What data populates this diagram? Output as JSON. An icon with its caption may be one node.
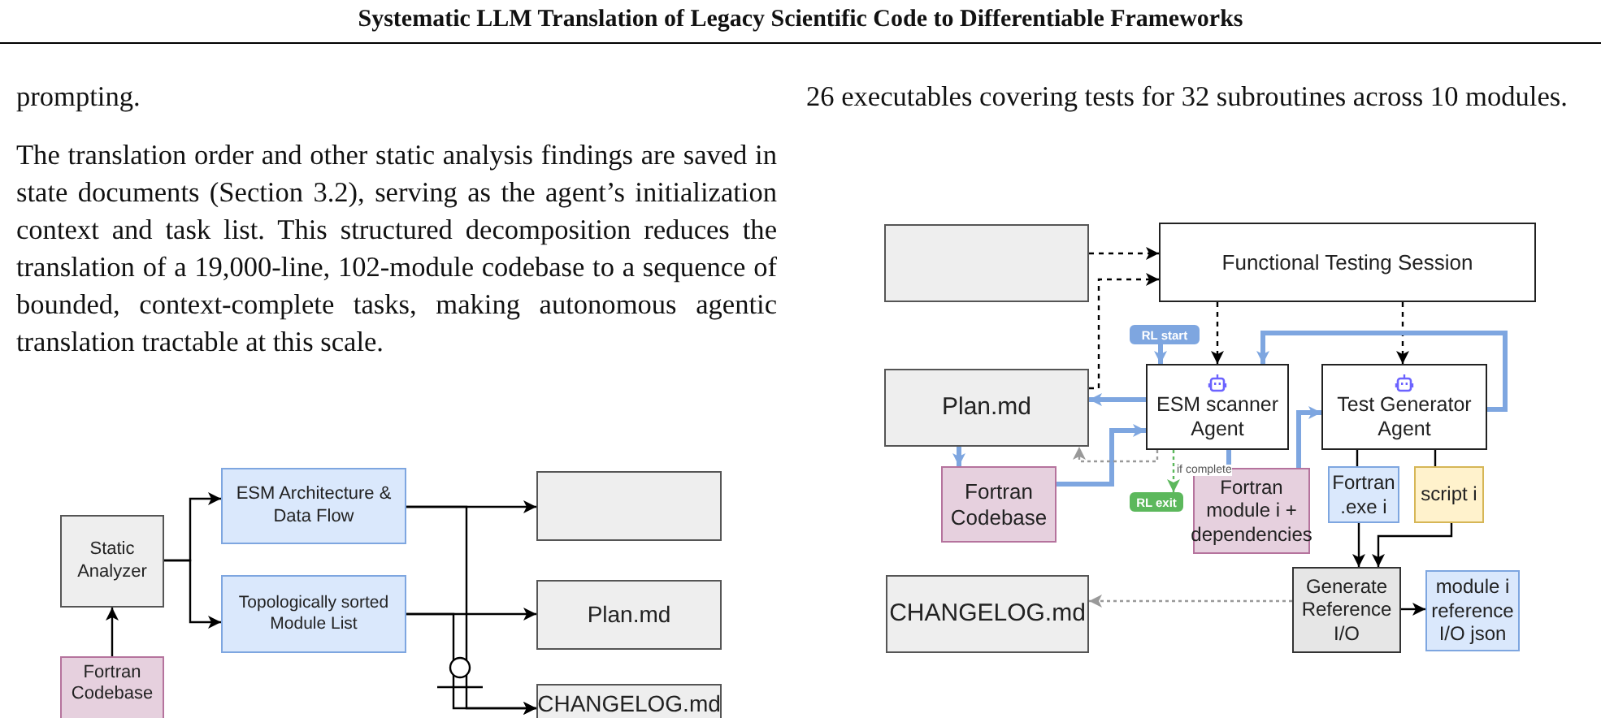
{
  "diagram": {
    "title": "Systematic LLM Translation of Legacy Scientific Code to Differentiable Frameworks",
    "nodes": [
      {
        "text": [
          "Static Analyzer"
        ]
      },
      {
        "text": [
          "ESM Architecture & Data Flow"
        ]
      },
      {
        "text": [
          "Topologically sorted Module List"
        ]
      },
      {
        "text": [],
        "shape": "box"
      },
      {
        "text": [
          "Plan.md"
        ]
      },
      {
        "text": [
          "CHANGELOG.md"
        ]
      },
      {
        "text": [
          "Fortran Codebase"
        ]
      },
      {
        "text": [],
        "shape": "box"
      },
      {
        "text": [
          "Functional Testing Session"
        ]
      },
      {
        "text": [
          "Plan.md"
        ]
      },
      {
        "text": [
          "ESM scanner Agent"
        ]
      },
      {
        "text": [
          "Test Generator Agent"
        ]
      },
      {
        "text": [
          "Fortran Codebase"
        ]
      },
      {
        "text": [
          "Fortran module i + dependencies"
        ]
      },
      {
        "text": [
          "Fortran .exe i"
        ]
      },
      {
        "text": [
          "script i"
        ]
      },
      {
        "text": [
          "Generate Reference I/O"
        ]
      },
      {
        "text": [
          "module i reference I/O json"
        ]
      },
      {
        "text": [
          "CHANGELOG.md"
        ]
      },
      {
        "text": [
          "RL start"
        ]
      },
      {
        "text": [
          "RL exit"
        ]
      }
    ],
    "edges": [
      {
        "from": 6,
        "to": 0,
        "arrow": "to"
      },
      {
        "from": 0,
        "to": 1,
        "arrow": "to"
      },
      {
        "from": 0,
        "to": 2,
        "arrow": "to"
      },
      {
        "from": 1,
        "to": 3,
        "arrow": "to"
      },
      {
        "from": 2,
        "to": 4,
        "arrow": "to"
      },
      {
        "from": 1,
        "to": 5,
        "arrow": "to"
      },
      {
        "from": 2,
        "to": 5,
        "arrow": "to"
      },
      {
        "from": 7,
        "to": 8,
        "arrow": "to",
        "style": "dashed"
      },
      {
        "from": 9,
        "to": 8,
        "arrow": "to",
        "style": "dashed"
      },
      {
        "from": 8,
        "to": 10,
        "arrow": "to",
        "style": "dashed"
      },
      {
        "from": 8,
        "to": 11,
        "arrow": "to",
        "style": "dashed"
      },
      {
        "from": 19,
        "to": 10,
        "arrow": "to",
        "style": "thick",
        "color": "#7ea6e0"
      },
      {
        "from": 10,
        "to": 9,
        "arrow": "to",
        "style": "thick",
        "color": "#7ea6e0"
      },
      {
        "from": 9,
        "to": 12,
        "arrow": "to",
        "style": "thick",
        "color": "#7ea6e0"
      },
      {
        "from": 12,
        "to": 10,
        "arrow": "to",
        "style": "thick",
        "color": "#7ea6e0"
      },
      {
        "from": 10,
        "to": 13,
        "arrow": "none",
        "style": "thick",
        "color": "#7ea6e0"
      },
      {
        "from": 13,
        "to": 11,
        "arrow": "to",
        "style": "thick",
        "color": "#7ea6e0"
      },
      {
        "from": 11,
        "to": 10,
        "arrow": "to",
        "style": "thick",
        "color": "#7ea6e0"
      },
      {
        "from": 11,
        "to": 14,
        "arrow": "none"
      },
      {
        "from": 11,
        "to": 15,
        "arrow": "none"
      },
      {
        "from": 14,
        "to": 16,
        "arrow": "to"
      },
      {
        "from": 15,
        "to": 16,
        "arrow": "to"
      },
      {
        "from": 16,
        "to": 17,
        "arrow": "to"
      },
      {
        "from": 16,
        "to": 18,
        "arrow": "to",
        "style": "dashed",
        "color": "#999999"
      },
      {
        "from": 10,
        "to": 20,
        "arrow": "to",
        "label": "if complete",
        "style": "dashed",
        "color": "#5cb85c"
      },
      {
        "from": 10,
        "to": 9,
        "arrow": "to",
        "style": "dashed",
        "color": "#999999"
      }
    ],
    "labels": [
      "prompting.",
      "The translation order and other static analysis findings are saved in state documents (Section 3.2), serving as the agent’s initialization context and task list. This structured decomposition reduces the translation of a 19,000-line, 102-module codebase to a sequence of bounded, context-complete tasks, making autonomous agentic translation tractable at this scale.",
      "26 executables covering tests for 32 subroutines across 10 modules."
    ]
  }
}
